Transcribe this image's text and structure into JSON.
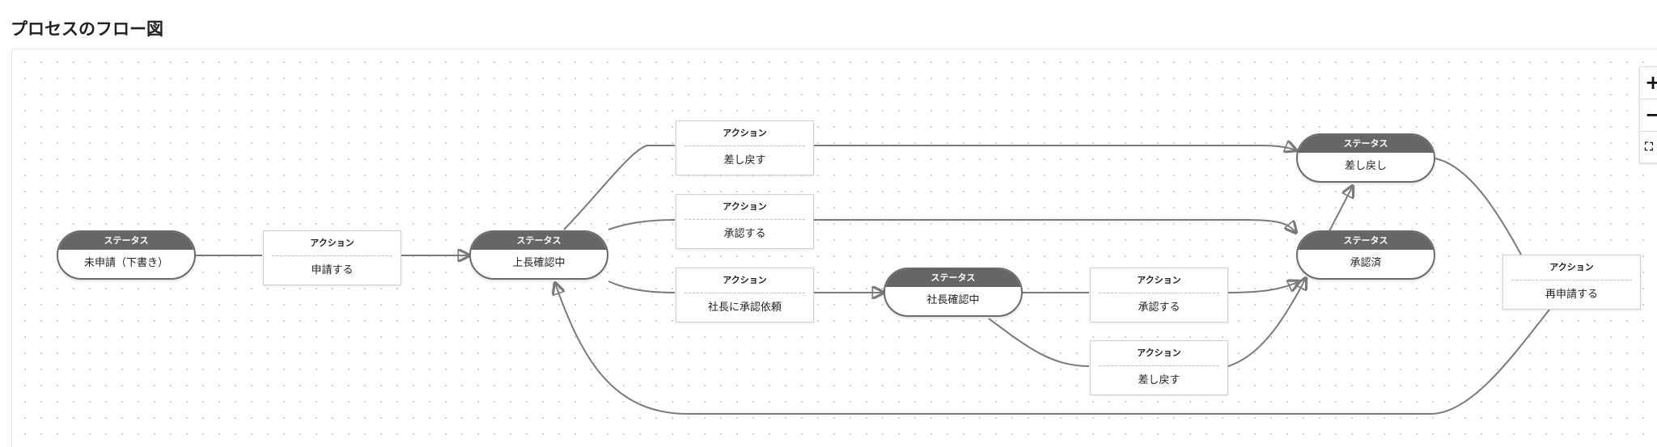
{
  "page": {
    "title": "プロセスのフロー図"
  },
  "zoom_controls": {
    "zoom_in": "+",
    "zoom_out": "−",
    "fit": "⛶"
  },
  "nodes": {
    "draft": {
      "header": "ステータス",
      "label": "未申請（下書き）"
    },
    "act_apply": {
      "header": "アクション",
      "label": "申請する"
    },
    "mgr_review": {
      "header": "ステータス",
      "label": "上長確認中"
    },
    "act_return1": {
      "header": "アクション",
      "label": "差し戻す"
    },
    "act_approve1": {
      "header": "アクション",
      "label": "承認する"
    },
    "act_request_pres": {
      "header": "アクション",
      "label": "社長に承認依頼"
    },
    "pres_review": {
      "header": "ステータス",
      "label": "社長確認中"
    },
    "act_approve2": {
      "header": "アクション",
      "label": "承認する"
    },
    "act_return2": {
      "header": "アクション",
      "label": "差し戻す"
    },
    "returned": {
      "header": "ステータス",
      "label": "差し戻し"
    },
    "approved": {
      "header": "ステータス",
      "label": "承認済"
    },
    "act_reapply": {
      "header": "アクション",
      "label": "再申請する"
    }
  }
}
